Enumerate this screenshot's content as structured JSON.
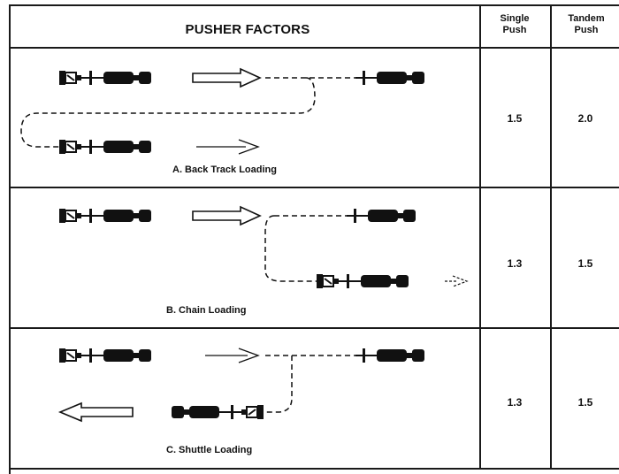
{
  "header": {
    "title": "PUSHER FACTORS",
    "single_push": "Single Push",
    "tandem_push": "Tandem Push"
  },
  "rows": [
    {
      "caption": "A. Back Track Loading",
      "single": "1.5",
      "tandem": "2.0"
    },
    {
      "caption": "B. Chain Loading",
      "single": "1.3",
      "tandem": "1.5"
    },
    {
      "caption": "C. Shuttle Loading",
      "single": "1.3",
      "tandem": "1.5"
    }
  ]
}
